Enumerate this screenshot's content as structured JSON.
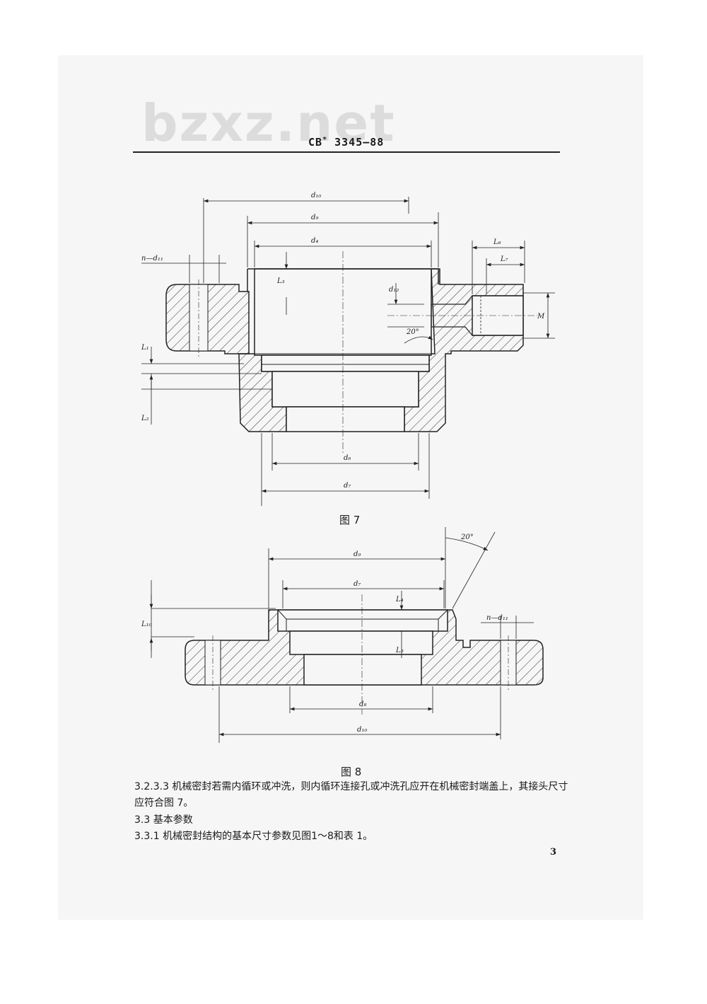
{
  "watermark": "bzxz.net",
  "header": {
    "standard_prefix": "CB",
    "standard_star": "*",
    "standard_number": "3345—88"
  },
  "figure7": {
    "caption": "图 7",
    "labels": {
      "d10": "d₁₀",
      "d9": "d₉",
      "d4": "d₄",
      "nd11": "n—d₁₁",
      "L6": "L₆",
      "L7": "L₇",
      "L3": "L₃",
      "d12": "d₁₂",
      "M": "M",
      "angle": "20°",
      "L1": "L₁",
      "L2": "L₂",
      "d6": "d₆",
      "d7": "d₇"
    }
  },
  "figure8": {
    "caption": "图 8",
    "labels": {
      "d9": "d₉",
      "d7": "d₇",
      "angle": "20°",
      "L4": "L₄",
      "L10": "L₁₀",
      "nd11": "n—d₁₁",
      "L5": "L₅",
      "d8": "d₈",
      "d10": "d₁₀"
    }
  },
  "text": {
    "p1_line1": "3.2.3.3  机械密封若需内循环或冲洗，则内循环连接孔或冲洗孔应开在机械密封端盖上，其接头尺寸",
    "p1_line2": "应符合图 7。",
    "p2": "3.3  基本参数",
    "p3": "3.3.1  机械密封结构的基本尺寸参数见图1～8和表 1。"
  },
  "page_number": "3"
}
